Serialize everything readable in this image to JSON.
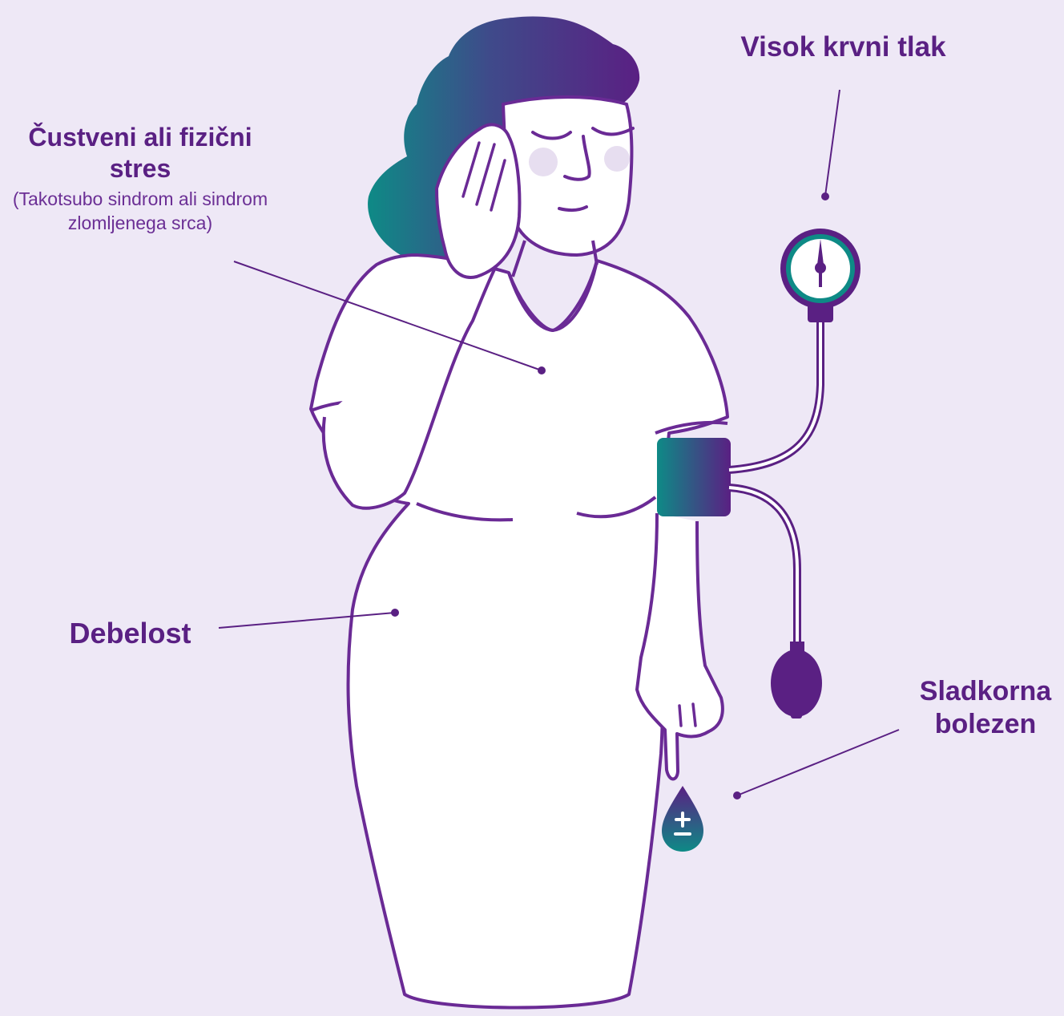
{
  "labels": {
    "stress_title": "Čustveni ali fizični stres",
    "stress_subtitle": "(Takotsubo sindrom ali sindrom zlomljenega srca)",
    "blood_pressure": "Visok krvni tlak",
    "obesity": "Debelost",
    "diabetes": "Sladkorna bolezen"
  },
  "icons": {
    "gauge": "blood-pressure-gauge-icon",
    "cuff": "blood-pressure-cuff-icon",
    "bulb": "inflation-bulb-icon",
    "drop": "blood-drop-plus-minus-icon"
  },
  "colors": {
    "background": "#eee8f6",
    "primary": "#5a2083",
    "teal": "#0e8a86",
    "outline": "#6a2a95",
    "body_fill": "#ffffff",
    "cheek": "#e7def0"
  }
}
